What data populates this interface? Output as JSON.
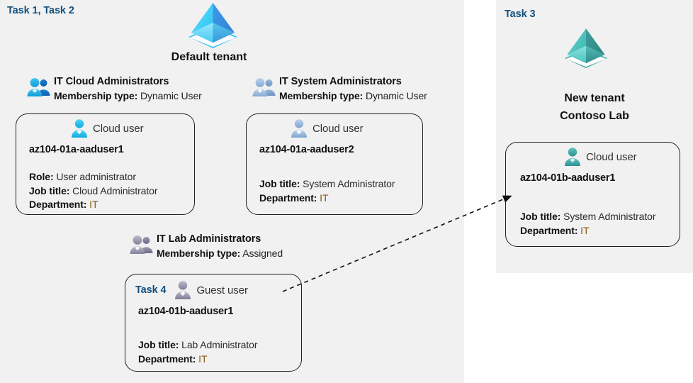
{
  "tasks": {
    "left_label": "Task 1, Task 2",
    "right_label": "Task 3",
    "guest_task_label": "Task 4"
  },
  "tenants": {
    "default": {
      "title": "Default tenant",
      "icon": "azure-ad-tenant-icon",
      "color": "#32b4f5"
    },
    "new": {
      "title_line1": "New  tenant",
      "title_line2": "Contoso Lab",
      "icon": "azure-ad-tenant-icon",
      "color": "#3fb5b0"
    }
  },
  "groups": [
    {
      "id": "cloud",
      "name": "IT Cloud Administrators",
      "membership_label": "Membership type:",
      "membership_value": "Dynamic User",
      "icon": "group-users-icon",
      "icon_color": "#1aa8e8"
    },
    {
      "id": "system",
      "name": "IT System Administrators",
      "membership_label": "Membership type:",
      "membership_value": "Dynamic User",
      "icon": "group-users-icon",
      "icon_color": "#9bb8dd"
    },
    {
      "id": "lab",
      "name": "IT Lab Administrators",
      "membership_label": "Membership type:",
      "membership_value": "Assigned",
      "icon": "group-users-icon",
      "icon_color": "#9797ad"
    }
  ],
  "users": [
    {
      "id": "u1",
      "type_label": "Cloud user",
      "icon": "cloud-user-icon",
      "icon_color": "#29c0f2",
      "name": "az104-01a-aaduser1",
      "attributes": [
        {
          "label": "Role:",
          "value": "User administrator"
        },
        {
          "label": "Job title:",
          "value": "Cloud Administrator"
        },
        {
          "label": "Department:",
          "value": "IT"
        }
      ]
    },
    {
      "id": "u2",
      "type_label": "Cloud user",
      "icon": "cloud-user-icon",
      "icon_color": "#9bb8dd",
      "name": "az104-01a-aaduser2",
      "attributes": [
        {
          "label": "Job title:",
          "value": "System Administrator"
        },
        {
          "label": "Department:",
          "value": "IT"
        }
      ]
    },
    {
      "id": "u3",
      "type_label": "Cloud user",
      "icon": "cloud-user-icon",
      "icon_color": "#41aaa8",
      "name": "az104-01b-aaduser1",
      "attributes": [
        {
          "label": "Job title:",
          "value": "System Administrator"
        },
        {
          "label": "Department:",
          "value": "IT"
        }
      ]
    },
    {
      "id": "u4",
      "type_label": "Guest user",
      "icon": "guest-user-icon",
      "icon_color": "#9797ad",
      "name": "az104-01b-aaduser1",
      "attributes": [
        {
          "label": "Job title:",
          "value": "Lab Administrator"
        },
        {
          "label": "Department:",
          "value": "IT"
        }
      ]
    }
  ],
  "connector": {
    "name": "invite-guest-arrow",
    "style": "dashed-arrow"
  },
  "colors": {
    "panel_bg": "#f1f1f1",
    "task_blue": "#10507e",
    "card_border": "#202020",
    "value_it": "#8a5a12"
  }
}
